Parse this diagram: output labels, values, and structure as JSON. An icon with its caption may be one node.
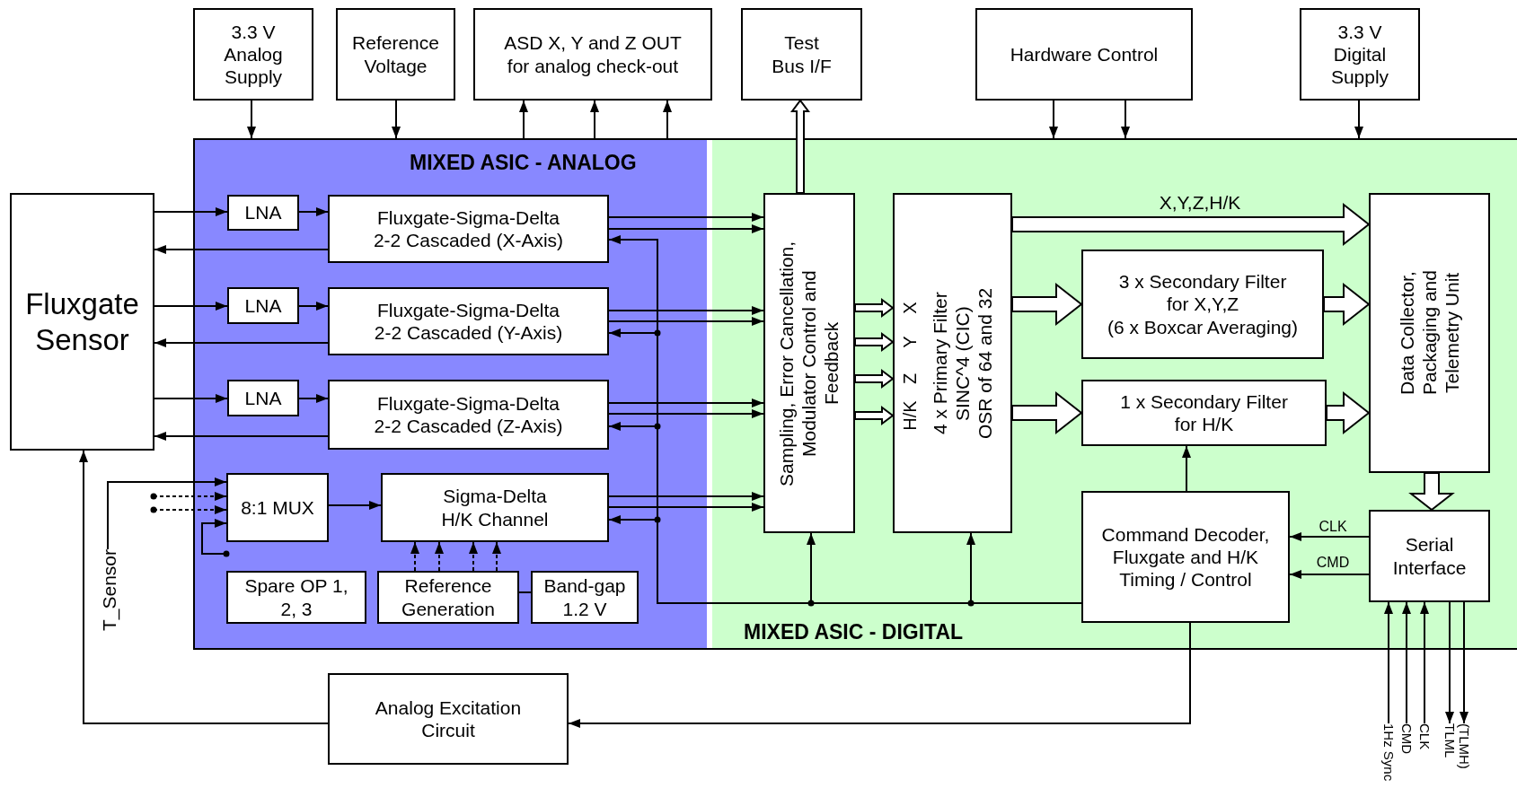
{
  "diagram": {
    "nodes": [
      {
        "text": [
          "3.3 V Analog Supply"
        ]
      },
      {
        "text": [
          "Reference Voltage"
        ]
      },
      {
        "text": [
          "ASD X, Y and Z OUT for analog check-out"
        ]
      },
      {
        "text": [
          "Test Bus I/F"
        ]
      },
      {
        "text": [
          "Hardware Control"
        ]
      },
      {
        "text": [
          "3.3 V Digital Supply"
        ]
      },
      {
        "text": [
          "MIXED ASIC - ANALOG"
        ]
      },
      {
        "text": [
          "MIXED ASIC - DIGITAL"
        ]
      },
      {
        "text": [
          "Fluxgate Sensor"
        ]
      },
      {
        "text": [
          "LNA"
        ],
        "in": 6
      },
      {
        "text": [
          "Fluxgate-Sigma-Delta 2-2 Cascaded (X-Axis)"
        ],
        "in": 6
      },
      {
        "text": [
          "LNA"
        ],
        "in": 6
      },
      {
        "text": [
          "Fluxgate-Sigma-Delta 2-2 Cascaded (Y-Axis)"
        ],
        "in": 6
      },
      {
        "text": [
          "LNA"
        ],
        "in": 6
      },
      {
        "text": [
          "Fluxgate-Sigma-Delta 2-2 Cascaded (Z-Axis)"
        ],
        "in": 6
      },
      {
        "text": [
          "8:1 MUX"
        ],
        "in": 6
      },
      {
        "text": [
          "Sigma-Delta H/K Channel"
        ],
        "in": 6
      },
      {
        "text": [
          "Spare OP 1, 2, 3"
        ],
        "in": 6
      },
      {
        "text": [
          "Reference Generation"
        ],
        "in": 6
      },
      {
        "text": [
          "Band-gap 1.2 V"
        ],
        "in": 6
      },
      {
        "text": [
          "Sampling, Error Cancellation, Modulator Control and Feedback"
        ],
        "in": 7
      },
      {
        "text": [
          "X",
          "Y",
          "Z",
          "H/K",
          "4 x Primary Filter SINC^4 (CIC) OSR of 64 and 32"
        ],
        "in": 7
      },
      {
        "text": [
          "3 x Secondary Filter for X,Y,Z",
          "(6 x Boxcar Averaging)"
        ],
        "in": 7
      },
      {
        "text": [
          "1 x Secondary Filter for H/K"
        ],
        "in": 7
      },
      {
        "text": [
          "Data Collector, Packaging and Telemetry Unit"
        ],
        "in": 7
      },
      {
        "text": [
          "Command Decoder, Fluxgate and H/K Timing / Control"
        ],
        "in": 7
      },
      {
        "text": [
          "Serial Interface"
        ],
        "in": 7
      },
      {
        "text": [
          "Analog Excitation Circuit"
        ]
      },
      {
        "text": [
          "T_Sensor"
        ]
      },
      {
        "text": [
          "1Hz Sync"
        ]
      },
      {
        "text": [
          "CMD"
        ]
      },
      {
        "text": [
          "CLK"
        ]
      },
      {
        "text": [
          "TLML"
        ]
      },
      {
        "text": [
          "(TLMH)"
        ]
      }
    ],
    "edges": [
      {
        "from": 0,
        "to": 6,
        "arrow": "to"
      },
      {
        "from": 1,
        "to": 6,
        "arrow": "to"
      },
      {
        "from": 6,
        "to": 2,
        "arrow": "to"
      },
      {
        "from": 6,
        "to": 2,
        "arrow": "to"
      },
      {
        "from": 6,
        "to": 2,
        "arrow": "to"
      },
      {
        "from": 20,
        "to": 3,
        "arrow": "to",
        "style": "thick"
      },
      {
        "from": 4,
        "to": 7,
        "arrow": "to"
      },
      {
        "from": 4,
        "to": 7,
        "arrow": "to"
      },
      {
        "from": 5,
        "to": 7,
        "arrow": "to"
      },
      {
        "from": 8,
        "to": 9,
        "arrow": "to"
      },
      {
        "from": 9,
        "to": 10,
        "arrow": "to"
      },
      {
        "from": 10,
        "to": 8,
        "arrow": "to"
      },
      {
        "from": 8,
        "to": 11,
        "arrow": "to"
      },
      {
        "from": 11,
        "to": 12,
        "arrow": "to"
      },
      {
        "from": 12,
        "to": 8,
        "arrow": "to"
      },
      {
        "from": 8,
        "to": 13,
        "arrow": "to"
      },
      {
        "from": 13,
        "to": 14,
        "arrow": "to"
      },
      {
        "from": 14,
        "to": 8,
        "arrow": "to"
      },
      {
        "from": 28,
        "to": 15,
        "arrow": "to"
      },
      {
        "from": null,
        "to": 15,
        "arrow": "to",
        "style": "dashed"
      },
      {
        "from": null,
        "to": 15,
        "arrow": "to",
        "style": "dashed"
      },
      {
        "from": null,
        "to": 15,
        "arrow": "to"
      },
      {
        "from": 15,
        "to": 16,
        "arrow": "to"
      },
      {
        "from": 18,
        "to": 16,
        "arrow": "to",
        "style": "dashed"
      },
      {
        "from": 18,
        "to": 16,
        "arrow": "to",
        "style": "dashed"
      },
      {
        "from": 18,
        "to": 16,
        "arrow": "to",
        "style": "dashed"
      },
      {
        "from": 18,
        "to": 16,
        "arrow": "to",
        "style": "dashed"
      },
      {
        "from": 18,
        "to": 19,
        "arrow": "none"
      },
      {
        "from": 10,
        "to": 20,
        "arrow": "to"
      },
      {
        "from": 10,
        "to": 20,
        "arrow": "to"
      },
      {
        "from": 12,
        "to": 20,
        "arrow": "to"
      },
      {
        "from": 12,
        "to": 20,
        "arrow": "to"
      },
      {
        "from": 14,
        "to": 20,
        "arrow": "to"
      },
      {
        "from": 14,
        "to": 20,
        "arrow": "to"
      },
      {
        "from": 16,
        "to": 20,
        "arrow": "to"
      },
      {
        "from": 16,
        "to": 20,
        "arrow": "to"
      },
      {
        "from": 25,
        "to": 10,
        "arrow": "to"
      },
      {
        "from": 25,
        "to": 12,
        "arrow": "to"
      },
      {
        "from": 25,
        "to": 14,
        "arrow": "to"
      },
      {
        "from": 25,
        "to": 16,
        "arrow": "to"
      },
      {
        "from": 25,
        "to": 20,
        "arrow": "to"
      },
      {
        "from": 25,
        "to": 21,
        "arrow": "to"
      },
      {
        "from": 20,
        "to": 21,
        "arrow": "to",
        "style": "thick"
      },
      {
        "from": 20,
        "to": 21,
        "arrow": "to",
        "style": "thick"
      },
      {
        "from": 20,
        "to": 21,
        "arrow": "to",
        "style": "thick"
      },
      {
        "from": 20,
        "to": 21,
        "arrow": "to",
        "style": "thick"
      },
      {
        "from": 21,
        "to": 24,
        "arrow": "to",
        "style": "thick",
        "label": "X,Y,Z,H/K"
      },
      {
        "from": 21,
        "to": 22,
        "arrow": "to",
        "style": "thick"
      },
      {
        "from": 21,
        "to": 23,
        "arrow": "to",
        "style": "thick"
      },
      {
        "from": 22,
        "to": 24,
        "arrow": "to",
        "style": "thick"
      },
      {
        "from": 23,
        "to": 24,
        "arrow": "to",
        "style": "thick"
      },
      {
        "from": 24,
        "to": 26,
        "arrow": "to",
        "style": "thick"
      },
      {
        "from": 25,
        "to": 23,
        "arrow": "to"
      },
      {
        "from": 26,
        "to": 25,
        "arrow": "to",
        "label": "CLK"
      },
      {
        "from": 26,
        "to": 25,
        "arrow": "to",
        "label": "CMD"
      },
      {
        "from": 25,
        "to": 27,
        "arrow": "to"
      },
      {
        "from": 27,
        "to": 8,
        "arrow": "to"
      },
      {
        "from": 29,
        "to": 26,
        "arrow": "to"
      },
      {
        "from": 30,
        "to": 26,
        "arrow": "to"
      },
      {
        "from": 31,
        "to": 26,
        "arrow": "to"
      },
      {
        "from": 26,
        "to": 32,
        "arrow": "to"
      },
      {
        "from": 26,
        "to": 33,
        "arrow": "to"
      }
    ]
  }
}
